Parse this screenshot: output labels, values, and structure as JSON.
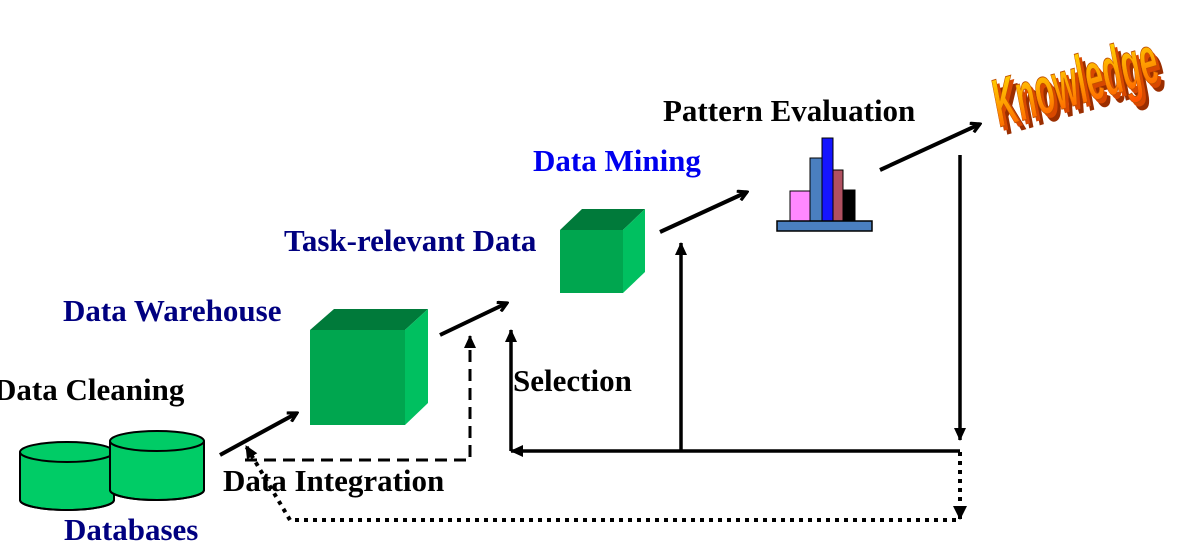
{
  "labels": {
    "data_cleaning": "Data Cleaning",
    "data_warehouse": "Data Warehouse",
    "task_relevant_data": "Task-relevant Data",
    "data_mining": "Data Mining",
    "pattern_evaluation": "Pattern Evaluation",
    "knowledge": "Knowledge",
    "selection": "Selection",
    "data_integration": "Data Integration",
    "databases": "Databases"
  },
  "colors": {
    "cube_front": "#00a64f",
    "cube_top": "#007a3a",
    "cube_side": "#00c060",
    "db_fill": "#00cc66",
    "navy_text": "#000080",
    "blue_text": "#0000ee",
    "knowledge_top": "#ffd400",
    "knowledge_bottom": "#ff5a00",
    "knowledge_shadow": "#b03a00"
  },
  "histogram_bars": [
    {
      "name": "pink-bar",
      "color": "#ff88ff"
    },
    {
      "name": "steelblue-bar",
      "color": "#4a7fc0"
    },
    {
      "name": "blue-bar",
      "color": "#1515ff"
    },
    {
      "name": "maroon-bar",
      "color": "#b05060"
    },
    {
      "name": "black-bar",
      "color": "#000000"
    }
  ]
}
